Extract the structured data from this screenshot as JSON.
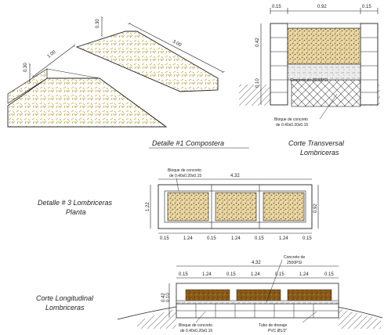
{
  "detail1": {
    "title": "Detalle #1 Compostera",
    "dim_height_left": "0.30",
    "dim_height_right": "0.30",
    "dim_width": "1.00",
    "dim_length": "3.00"
  },
  "cross_section": {
    "title_line1": "Corte Transversal",
    "title_line2": "Lombriceras",
    "dim_top": [
      "0.15",
      "0.92",
      "0.15"
    ],
    "dim_side_upper": "0.42",
    "dim_side_lower": "0.10",
    "concrete_label": "Concreto de 2500PSI",
    "block_label_line1": "Bloque de concreto",
    "block_label_line2": "de 0.40x0.20x0.15"
  },
  "plan": {
    "title_line1": "Detalle # 3 Lombriceras",
    "title_line2": "Planta",
    "block_label_line1": "Bloque de concreto",
    "block_label_line2": "de 0.40x0.20x0.15",
    "dim_total": "4.32",
    "dim_side": "1.22",
    "dim_inner_side": "0.92",
    "dim_bottom": [
      "0.15",
      "1.24",
      "0.15",
      "1.24",
      "0.15",
      "1.24",
      "0.15"
    ]
  },
  "long_section": {
    "title_line1": "Corte Longitudinal",
    "title_line2": "Lombriceras",
    "dim_total": "4.32",
    "dim_top": [
      "0.15",
      "1.24",
      "0.15",
      "1.24",
      "0.15",
      "1.24",
      "0.15"
    ],
    "concrete_label_line1": "Concreto de",
    "concrete_label_line2": "2500PSI",
    "dim_side_a": "0.42",
    "dim_side_b": "0.10",
    "block_label_line1": "Bloque de concreto",
    "block_label_line2": "de 0.40x0.20x0.15",
    "pipe_label_line1": "Tubo de drenaje",
    "pipe_label_line2": "PVC Ø1/2\""
  }
}
